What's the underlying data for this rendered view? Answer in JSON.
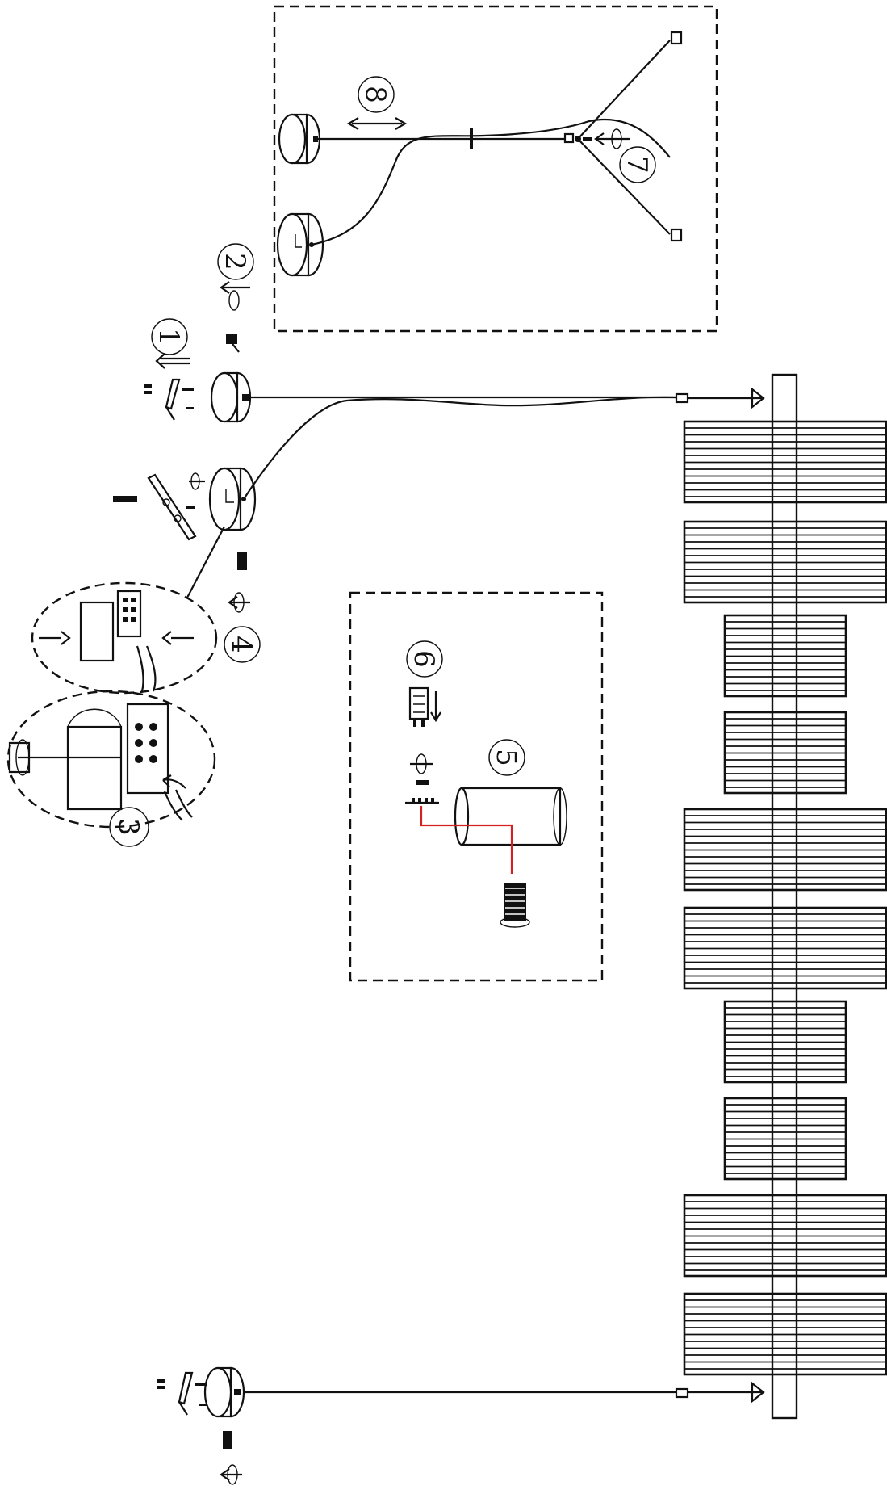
{
  "figure": "installation-diagram",
  "steps": [
    {
      "id": "step-1",
      "label": "1"
    },
    {
      "id": "step-2",
      "label": "2"
    },
    {
      "id": "step-3",
      "label": "3"
    },
    {
      "id": "step-4",
      "label": "4"
    },
    {
      "id": "step-5",
      "label": "5"
    },
    {
      "id": "step-6",
      "label": "6"
    },
    {
      "id": "step-7",
      "label": "7"
    },
    {
      "id": "step-8",
      "label": "8"
    }
  ],
  "colors": {
    "line": "#111111",
    "wire_highlight": "#d42020",
    "background": "#ffffff"
  }
}
